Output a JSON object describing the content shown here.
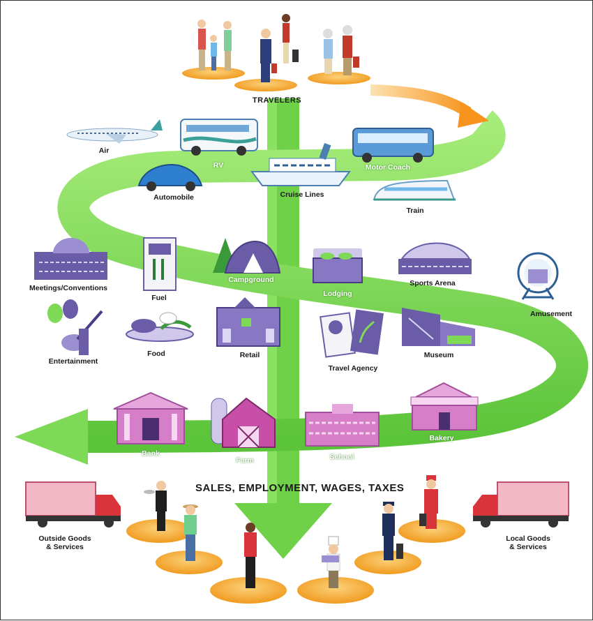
{
  "header": {
    "travelers": "TRAVELERS"
  },
  "transport": {
    "air": "Air",
    "rv": "RV",
    "motor_coach": "Motor Coach",
    "automobile": "Automobile",
    "cruise_lines": "Cruise Lines",
    "train": "Train"
  },
  "businesses": {
    "meetings": "Meetings/Conventions",
    "fuel": "Fuel",
    "campground": "Campground",
    "lodging": "Lodging",
    "sports_arena": "Sports Arena",
    "amusement": "Amusement",
    "entertainment": "Entertainment",
    "food": "Food",
    "retail": "Retail",
    "travel_agency": "Travel Agency",
    "museum": "Museum"
  },
  "community": {
    "bank": "Bank",
    "farm": "Farm",
    "school": "School",
    "bakery": "Bakery"
  },
  "footer": {
    "sales": "SALES, EMPLOYMENT, WAGES, TAXES",
    "outside_line1": "Outside Goods",
    "outside_line2": "& Services",
    "local_line1": "Local Goods",
    "local_line2": "& Services"
  },
  "colors": {
    "path_green": "#7ed957",
    "path_dark": "#4caf2e",
    "platform": "#f5a623",
    "arrow_orange": "#f7941d",
    "truck_pink": "#f2b8c6",
    "building_purple": "#7e6bb5",
    "building_pink": "#d67fc8"
  }
}
